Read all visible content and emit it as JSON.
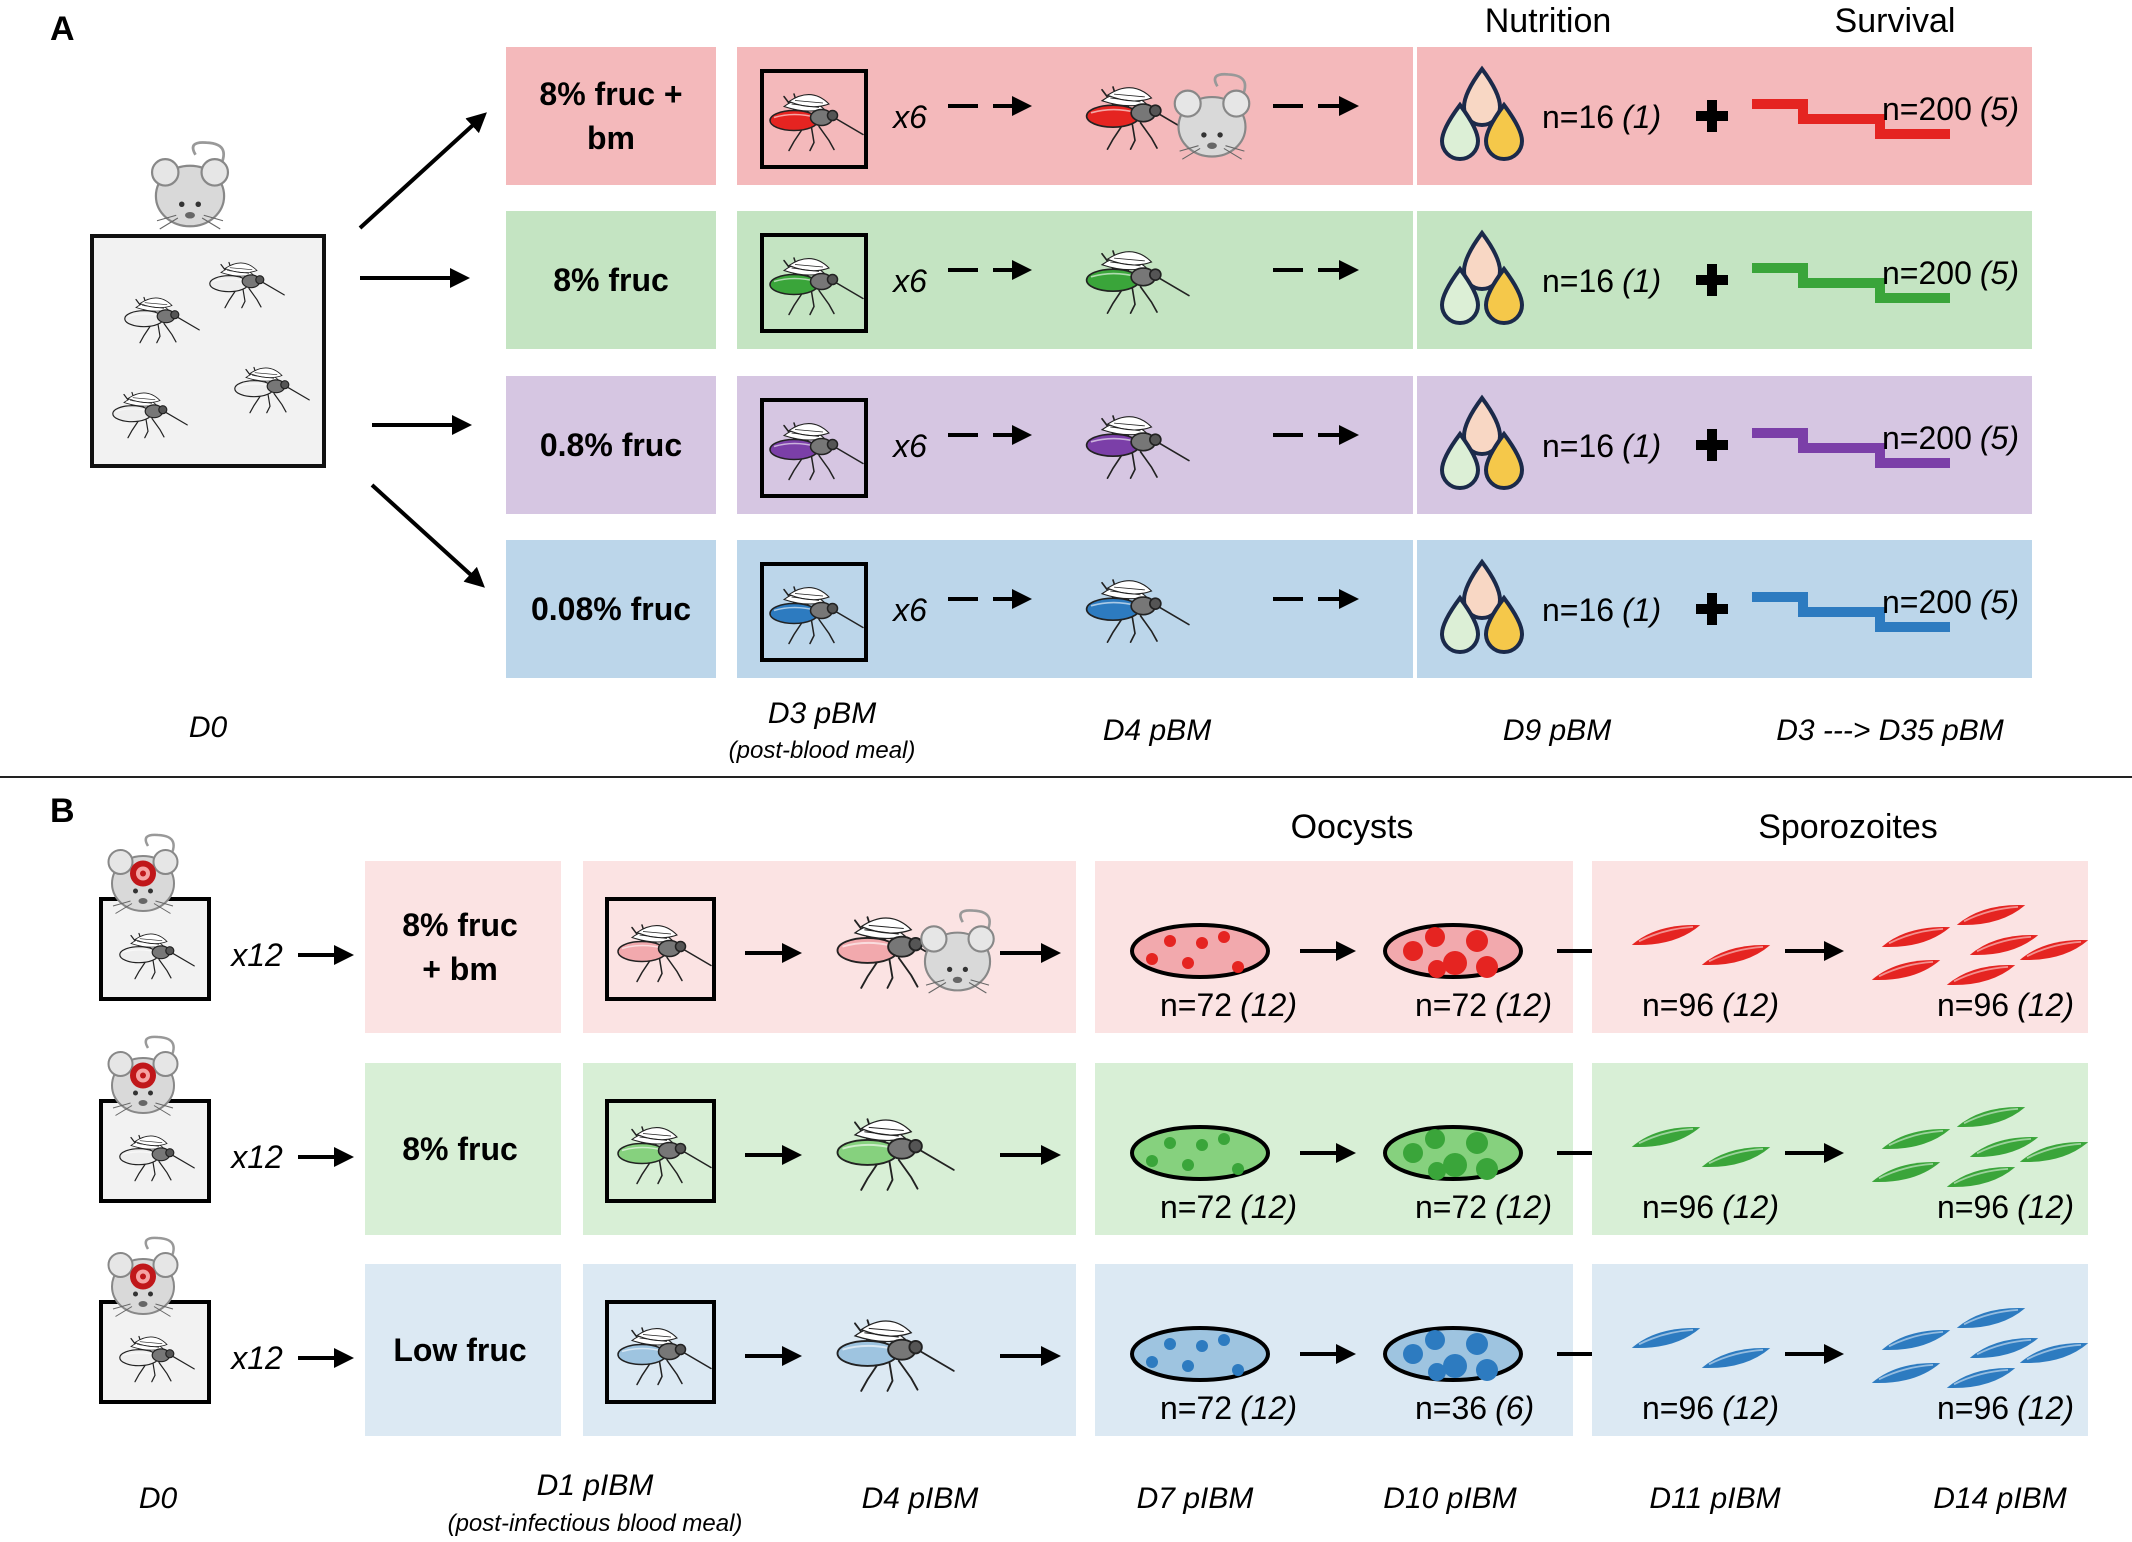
{
  "panel_a": {
    "letter": "A",
    "col_headers": {
      "nutrition": "Nutrition",
      "survival": "Survival"
    },
    "rows": [
      {
        "label": "8% fruc +\nbm",
        "color": "#e52421",
        "fill": "#f4b9bb",
        "mult": "x6",
        "nutrition_n": "n=16",
        "nutrition_k": "(1)",
        "survival_n": "n=200",
        "survival_k": "(5)",
        "mouse": true
      },
      {
        "label": "8% fruc",
        "color": "#3aa53a",
        "fill": "#c4e4c2",
        "mult": "x6",
        "nutrition_n": "n=16",
        "nutrition_k": "(1)",
        "survival_n": "n=200",
        "survival_k": "(5)",
        "mouse": false
      },
      {
        "label": "0.8% fruc",
        "color": "#7b3fa8",
        "fill": "#d6c6e2",
        "mult": "x6",
        "nutrition_n": "n=16",
        "nutrition_k": "(1)",
        "survival_n": "n=200",
        "survival_k": "(5)",
        "mouse": false
      },
      {
        "label": "0.08% fruc",
        "color": "#2d7bc0",
        "fill": "#bcd6ea",
        "mult": "x6",
        "nutrition_n": "n=16",
        "nutrition_k": "(1)",
        "survival_n": "n=200",
        "survival_k": "(5)",
        "mouse": false
      }
    ],
    "timepoints": {
      "d0": "D0",
      "d3": "D3 pBM",
      "d3_sub": "(post-blood meal)",
      "d4": "D4 pBM",
      "d9": "D9 pBM",
      "d35": "D3 ---> D35 pBM"
    }
  },
  "panel_b": {
    "letter": "B",
    "col_headers": {
      "oocysts": "Oocysts",
      "sporozoites": "Sporozoites"
    },
    "rows": [
      {
        "label": "8% fruc\n+ bm",
        "color": "#e52421",
        "light": "#f2a9ad",
        "fill": "#fbe3e3",
        "mult": "x12",
        "mouse": true,
        "oo1_n": "n=72",
        "oo1_k": "(12)",
        "oo2_n": "n=72",
        "oo2_k": "(12)",
        "sp1_n": "n=96",
        "sp1_k": "(12)",
        "sp2_n": "n=96",
        "sp2_k": "(12)"
      },
      {
        "label": "8% fruc",
        "color": "#3aa53a",
        "light": "#86d17e",
        "fill": "#d8efd6",
        "mult": "x12",
        "mouse": false,
        "oo1_n": "n=72",
        "oo1_k": "(12)",
        "oo2_n": "n=72",
        "oo2_k": "(12)",
        "sp1_n": "n=96",
        "sp1_k": "(12)",
        "sp2_n": "n=96",
        "sp2_k": "(12)"
      },
      {
        "label": "Low fruc",
        "color": "#2d7bc0",
        "light": "#9ec4e0",
        "fill": "#dce9f3",
        "mult": "x12",
        "mouse": false,
        "oo1_n": "n=72",
        "oo1_k": "(12)",
        "oo2_n": "n=36",
        "oo2_k": "(6)",
        "sp1_n": "n=96",
        "sp1_k": "(12)",
        "sp2_n": "n=96",
        "sp2_k": "(12)"
      }
    ],
    "timepoints": {
      "d0": "D0",
      "d1": "D1 pIBM",
      "d1_sub": "(post-infectious blood meal)",
      "d4": "D4 pIBM",
      "d7": "D7 pIBM",
      "d10": "D10 pIBM",
      "d11": "D11 pIBM",
      "d14": "D14 pIBM"
    }
  },
  "icons": {
    "mosquito": "mosquito-icon",
    "mouse": "mouse-icon",
    "infected_mouse": "infected-mouse-icon",
    "nutrient_drops": "nutrient-drops-icon",
    "plus": "plus-icon",
    "survival_curve": "survival-curve-icon",
    "oocyst_midgut": "midgut-oocyst-icon",
    "sporozoite": "sporozoite-icon",
    "arrow": "arrow-icon"
  }
}
